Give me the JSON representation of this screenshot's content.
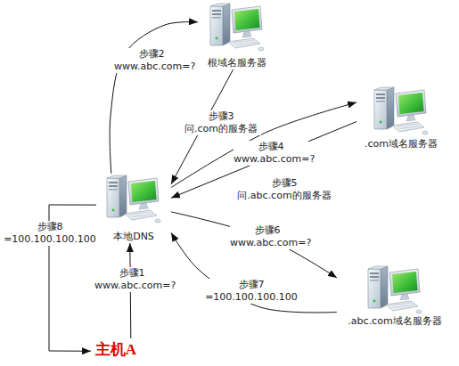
{
  "diagram": {
    "nodes": [
      {
        "text": [
          "根域名服务器"
        ]
      },
      {
        "text": [
          ".com域名服务器"
        ]
      },
      {
        "text": [
          "本地DNS"
        ]
      },
      {
        "text": [
          ".abc.com域名服务器"
        ]
      },
      {
        "text": [
          "主机A"
        ]
      }
    ],
    "edges": [
      {
        "from": 4,
        "to": 2,
        "arrow": "to",
        "label": "步骤1 www.abc.com=?"
      },
      {
        "from": 2,
        "to": 0,
        "arrow": "to",
        "label": "步骤2 www.abc.com=?"
      },
      {
        "from": 0,
        "to": 2,
        "arrow": "to",
        "label": "步骤3 问.com的服务器"
      },
      {
        "from": 2,
        "to": 1,
        "arrow": "to",
        "label": "步骤4 www.abc.com=?"
      },
      {
        "from": 1,
        "to": 2,
        "arrow": "to",
        "label": "步骤5 问.abc.com的服务器"
      },
      {
        "from": 2,
        "to": 3,
        "arrow": "to",
        "label": "步骤6 www.abc.com=?"
      },
      {
        "from": 3,
        "to": 2,
        "arrow": "to",
        "label": "步骤7 =100.100.100.100"
      },
      {
        "from": 2,
        "to": 4,
        "arrow": "to",
        "label": "步骤8 =100.100.100.100"
      }
    ]
  }
}
